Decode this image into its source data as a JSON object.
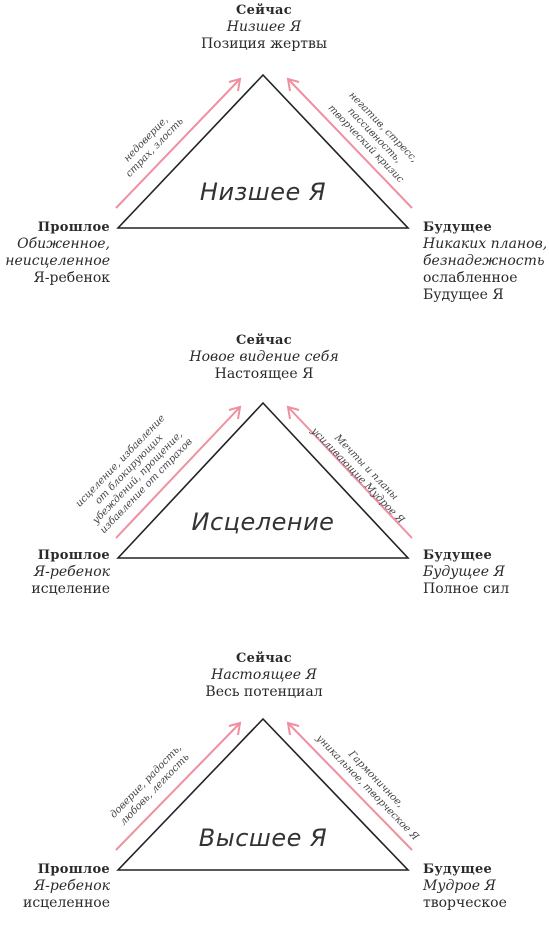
{
  "diagrams": [
    {
      "top": {
        "heading": "Сейчас",
        "italic": "Низшее Я",
        "normal": "Позиция жертвы"
      },
      "center_title": "Низшее Я",
      "left": {
        "heading": "Прошлое",
        "lines": [
          "Обиженное,",
          "неисцеленное"
        ],
        "normal": "Я-ребенок"
      },
      "right": {
        "heading": "Будущее",
        "lines": [
          "Никаких планов,",
          "безнадежность"
        ],
        "normal_lines": [
          "ослабленное",
          "Будущее Я"
        ]
      },
      "left_arrow_text": [
        "недоверие,",
        "страх, злость"
      ],
      "right_arrow_text": [
        "негатив, стресс,",
        "пассивность,",
        "творческий кризис"
      ]
    },
    {
      "top": {
        "heading": "Сейчас",
        "italic": "Новое видение себя",
        "normal": "Настоящее Я"
      },
      "center_title": "Исцеление",
      "left": {
        "heading": "Прошлое",
        "lines": [
          "Я-ребенок"
        ],
        "normal": "исцеление"
      },
      "right": {
        "heading": "Будущее",
        "lines": [
          "Будущее Я"
        ],
        "normal_lines": [
          "Полное сил"
        ]
      },
      "left_arrow_text": [
        "исцеление, избавление",
        "от блокирующих",
        "убеждений, прощение,",
        "избавление от страхов"
      ],
      "right_arrow_text": [
        "Мечты и планы",
        "усиливающие Мудрое Я"
      ]
    },
    {
      "top": {
        "heading": "Сейчас",
        "italic": "Настоящее Я",
        "normal": "Весь потенциал"
      },
      "center_title": "Высшее Я",
      "left": {
        "heading": "Прошлое",
        "lines": [
          "Я-ребенок"
        ],
        "normal": "исцеленное"
      },
      "right": {
        "heading": "Будущее",
        "lines": [
          "Мудрое Я"
        ],
        "normal_lines": [
          "творческое"
        ]
      },
      "left_arrow_text": [
        "доверие, радость,",
        "любовь, легкость"
      ],
      "right_arrow_text": [
        "Гармоничное,",
        "уникальное, творческое Я"
      ]
    }
  ],
  "colors": {
    "arrow": "#ef8f9f",
    "line": "#222222"
  }
}
